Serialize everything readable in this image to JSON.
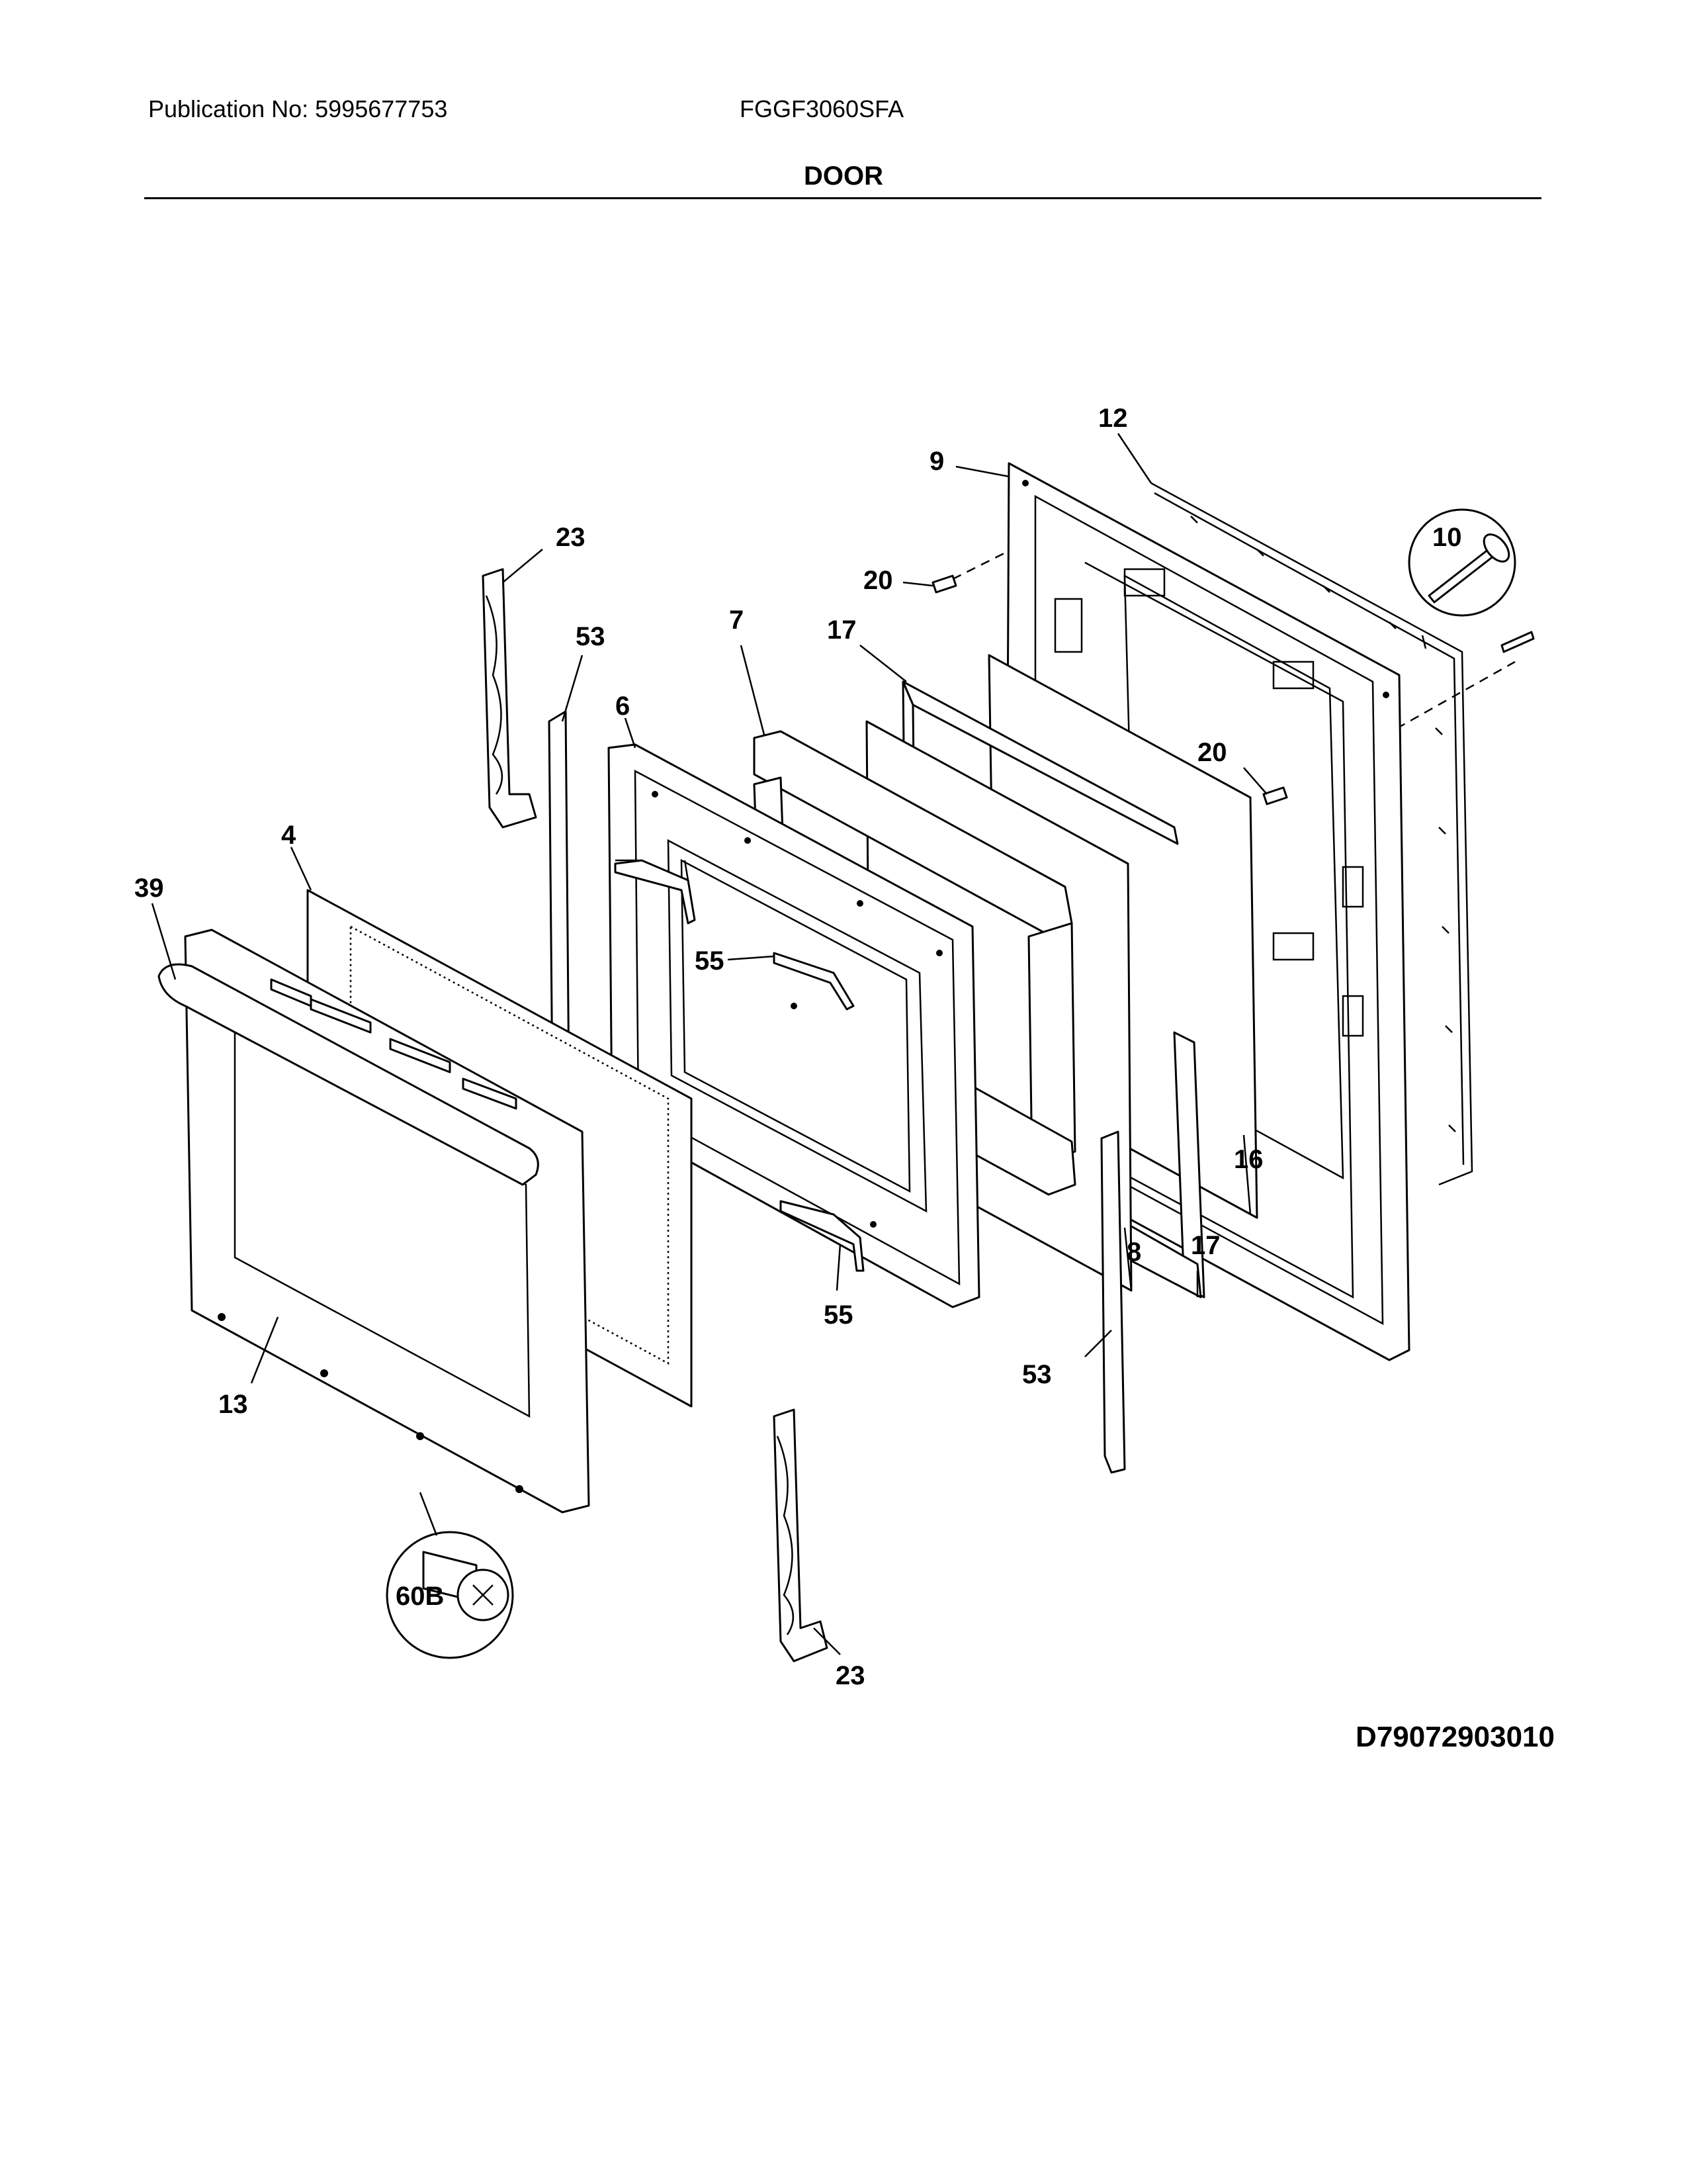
{
  "header": {
    "publication": "Publication No: 5995677753",
    "model": "FGGF3060SFA",
    "section_title": "DOOR"
  },
  "footer": {
    "diagram_id": "D79072903010"
  },
  "callouts": {
    "c4": "4",
    "c6": "6",
    "c7": "7",
    "c8": "8",
    "c9": "9",
    "c10": "10",
    "c12": "12",
    "c13": "13",
    "c16": "16",
    "c17a": "17",
    "c17b": "17",
    "c20a": "20",
    "c20b": "20",
    "c23a": "23",
    "c23b": "23",
    "c39": "39",
    "c53a": "53",
    "c53b": "53",
    "c55a": "55",
    "c55b": "55",
    "c60b": "60B"
  }
}
